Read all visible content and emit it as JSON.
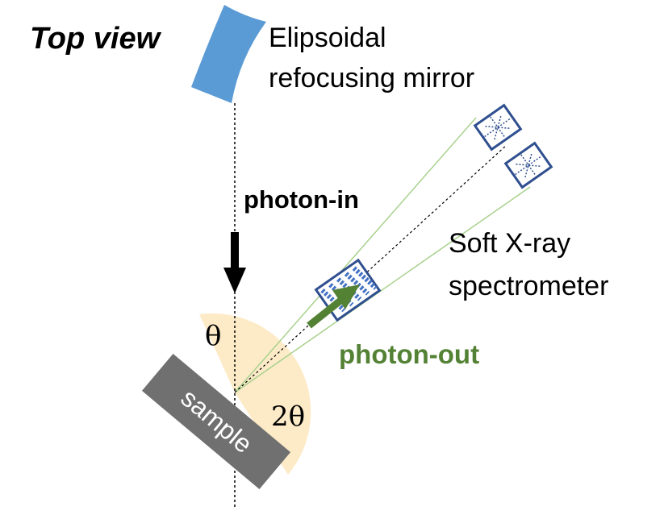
{
  "title": "Top view",
  "mirror_label": [
    "Elipsoidal",
    "refocusing mirror"
  ],
  "photon_in": "photon-in",
  "photon_out": "photon-out",
  "spectrometer_label": [
    "Soft X-ray",
    "spectrometer"
  ],
  "sample_label": "sample",
  "theta": "θ",
  "two_theta": "2θ",
  "colors": {
    "mirror": "#5b9bd5",
    "detector": "#2f4f8f",
    "grating_stripe": "#4472c4",
    "beam": "#a9d18e",
    "photon_out_arrow": "#548235",
    "photon_out_text": "#548235",
    "angle_sector": "#fdebc8",
    "sample": "#707070"
  }
}
